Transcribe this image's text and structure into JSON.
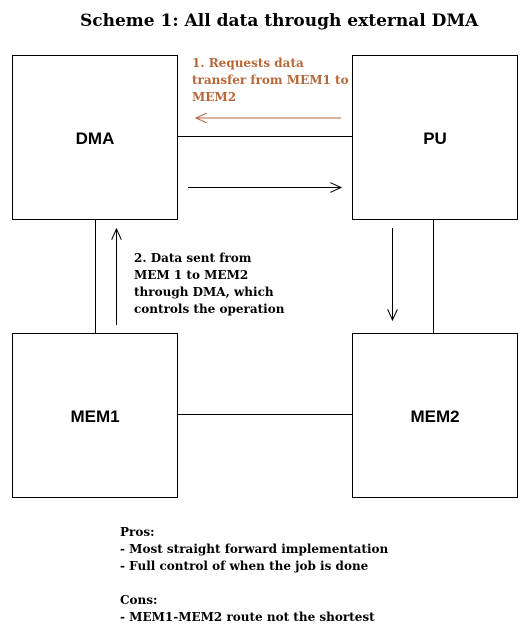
{
  "title": "Scheme 1: All data through external DMA",
  "boxes": {
    "dma": "DMA",
    "pu": "PU",
    "mem1": "MEM1",
    "mem2": "MEM2"
  },
  "annotations": {
    "request": {
      "lines": [
        "1. Requests data",
        "transfer from MEM1 to",
        "MEM2"
      ],
      "color": "#b5683a"
    },
    "data_sent": {
      "lines": [
        "2. Data sent from",
        "MEM 1 to MEM2",
        "through DMA, which",
        "controls the operation"
      ]
    }
  },
  "pros": {
    "heading": "Pros:",
    "items": [
      "- Most straight forward implementation",
      "- Full control of when the job is done"
    ]
  },
  "cons": {
    "heading": "Cons:",
    "items": [
      "- MEM1-MEM2 route not the shortest"
    ]
  }
}
